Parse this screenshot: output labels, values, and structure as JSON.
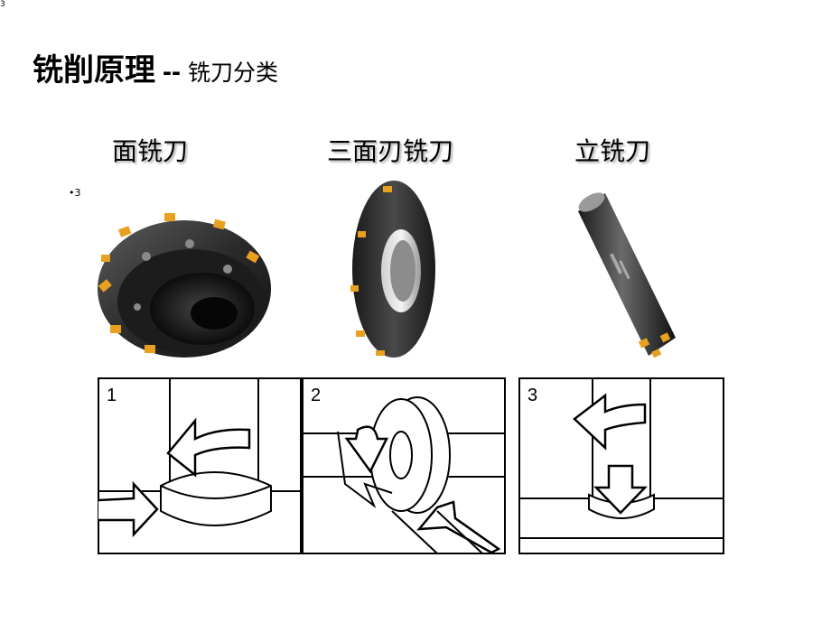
{
  "corner_mark": "3",
  "title": {
    "main": "铣削原理",
    "separator": "--",
    "sub": "铣刀分类"
  },
  "cutters": [
    {
      "label": "面铣刀"
    },
    {
      "label": "三面刃铣刀"
    },
    {
      "label": "立铣刀"
    }
  ],
  "small_mark": "•3",
  "diagrams": [
    {
      "number": "1"
    },
    {
      "number": "2"
    },
    {
      "number": "3"
    }
  ]
}
